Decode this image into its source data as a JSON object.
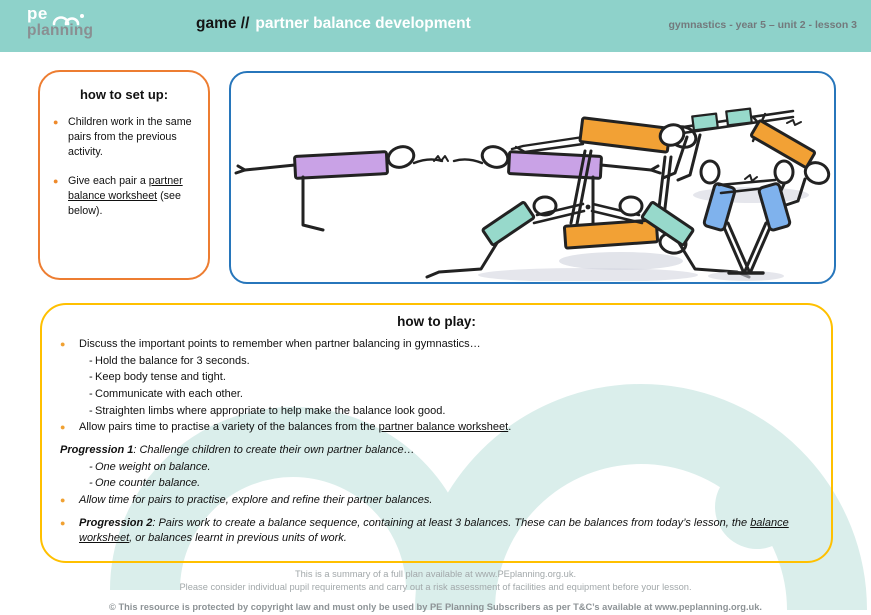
{
  "glyphs": {
    "bullet": "●",
    "dash": "-"
  },
  "colors": {
    "header_teal": "#8ed2ca",
    "setup_border_orange": "#ed7d31",
    "image_border_blue": "#2776bb",
    "play_border_yellow": "#ffc000",
    "bullet_orange": "#f0a132",
    "decoration_teal": "#daeeeb",
    "figure_purple": "#c9a2e6",
    "figure_orange": "#f2a135",
    "figure_teal": "#97d9cb",
    "figure_blue": "#7fb2ed"
  },
  "header": {
    "logo_top": "pe",
    "logo_bottom": "planning",
    "title_prefix": "game //",
    "title_main": "partner balance development",
    "meta": "gymnastics - year 5 – unit 2 - lesson 3"
  },
  "setup": {
    "title": "how to set up:",
    "bullets": [
      {
        "pre": "Children work in the same pairs from the previous activity.",
        "underline": "",
        "post": ""
      },
      {
        "pre": "Give each pair a ",
        "underline": "partner balance worksheet",
        "post": " (see below)."
      }
    ]
  },
  "play": {
    "title": "how to play:",
    "items": [
      {
        "lead": "",
        "pre": "Discuss the important points to remember when partner balancing in gymnastics…",
        "underline": "",
        "post": ""
      },
      {
        "lead": "",
        "pre": "Hold the balance for 3 seconds.",
        "underline": "",
        "post": ""
      },
      {
        "lead": "",
        "pre": "Keep body tense and tight.",
        "underline": "",
        "post": ""
      },
      {
        "lead": "",
        "pre": "Communicate with each other.",
        "underline": "",
        "post": ""
      },
      {
        "lead": "",
        "pre": "Straighten limbs where appropriate to help make the balance look good.",
        "underline": "",
        "post": ""
      },
      {
        "lead": "",
        "pre": "Allow pairs time to practise a variety of the balances from the ",
        "underline": "partner balance worksheet",
        "post": "."
      },
      {
        "lead": "Progression 1",
        "pre": ": Challenge children to create their own partner balance…",
        "underline": "",
        "post": ""
      },
      {
        "lead": "",
        "pre": "One weight on balance.",
        "underline": "",
        "post": ""
      },
      {
        "lead": "",
        "pre": "One counter balance.",
        "underline": "",
        "post": ""
      },
      {
        "lead": "",
        "pre": "Allow time for pairs to practise, explore and refine their partner balances.",
        "underline": "",
        "post": ""
      },
      {
        "lead": "Progression 2",
        "pre": ": Pairs work to create a balance sequence, containing at least 3 balances. These can be balances from today’s lesson, the ",
        "underline": "balance worksheet",
        "post": ", or balances learnt in previous units of work."
      }
    ]
  },
  "footer": {
    "line1": "This is a summary of a full plan available at www.PEplanning.org.uk.",
    "line2": "Please consider individual pupil requirements and carry out a risk assessment of facilities and equipment before your lesson.",
    "line3": "© This resource is protected by copyright law and must only be used by PE Planning Subscribers as per T&C’s available at www.peplanning.org.uk."
  }
}
